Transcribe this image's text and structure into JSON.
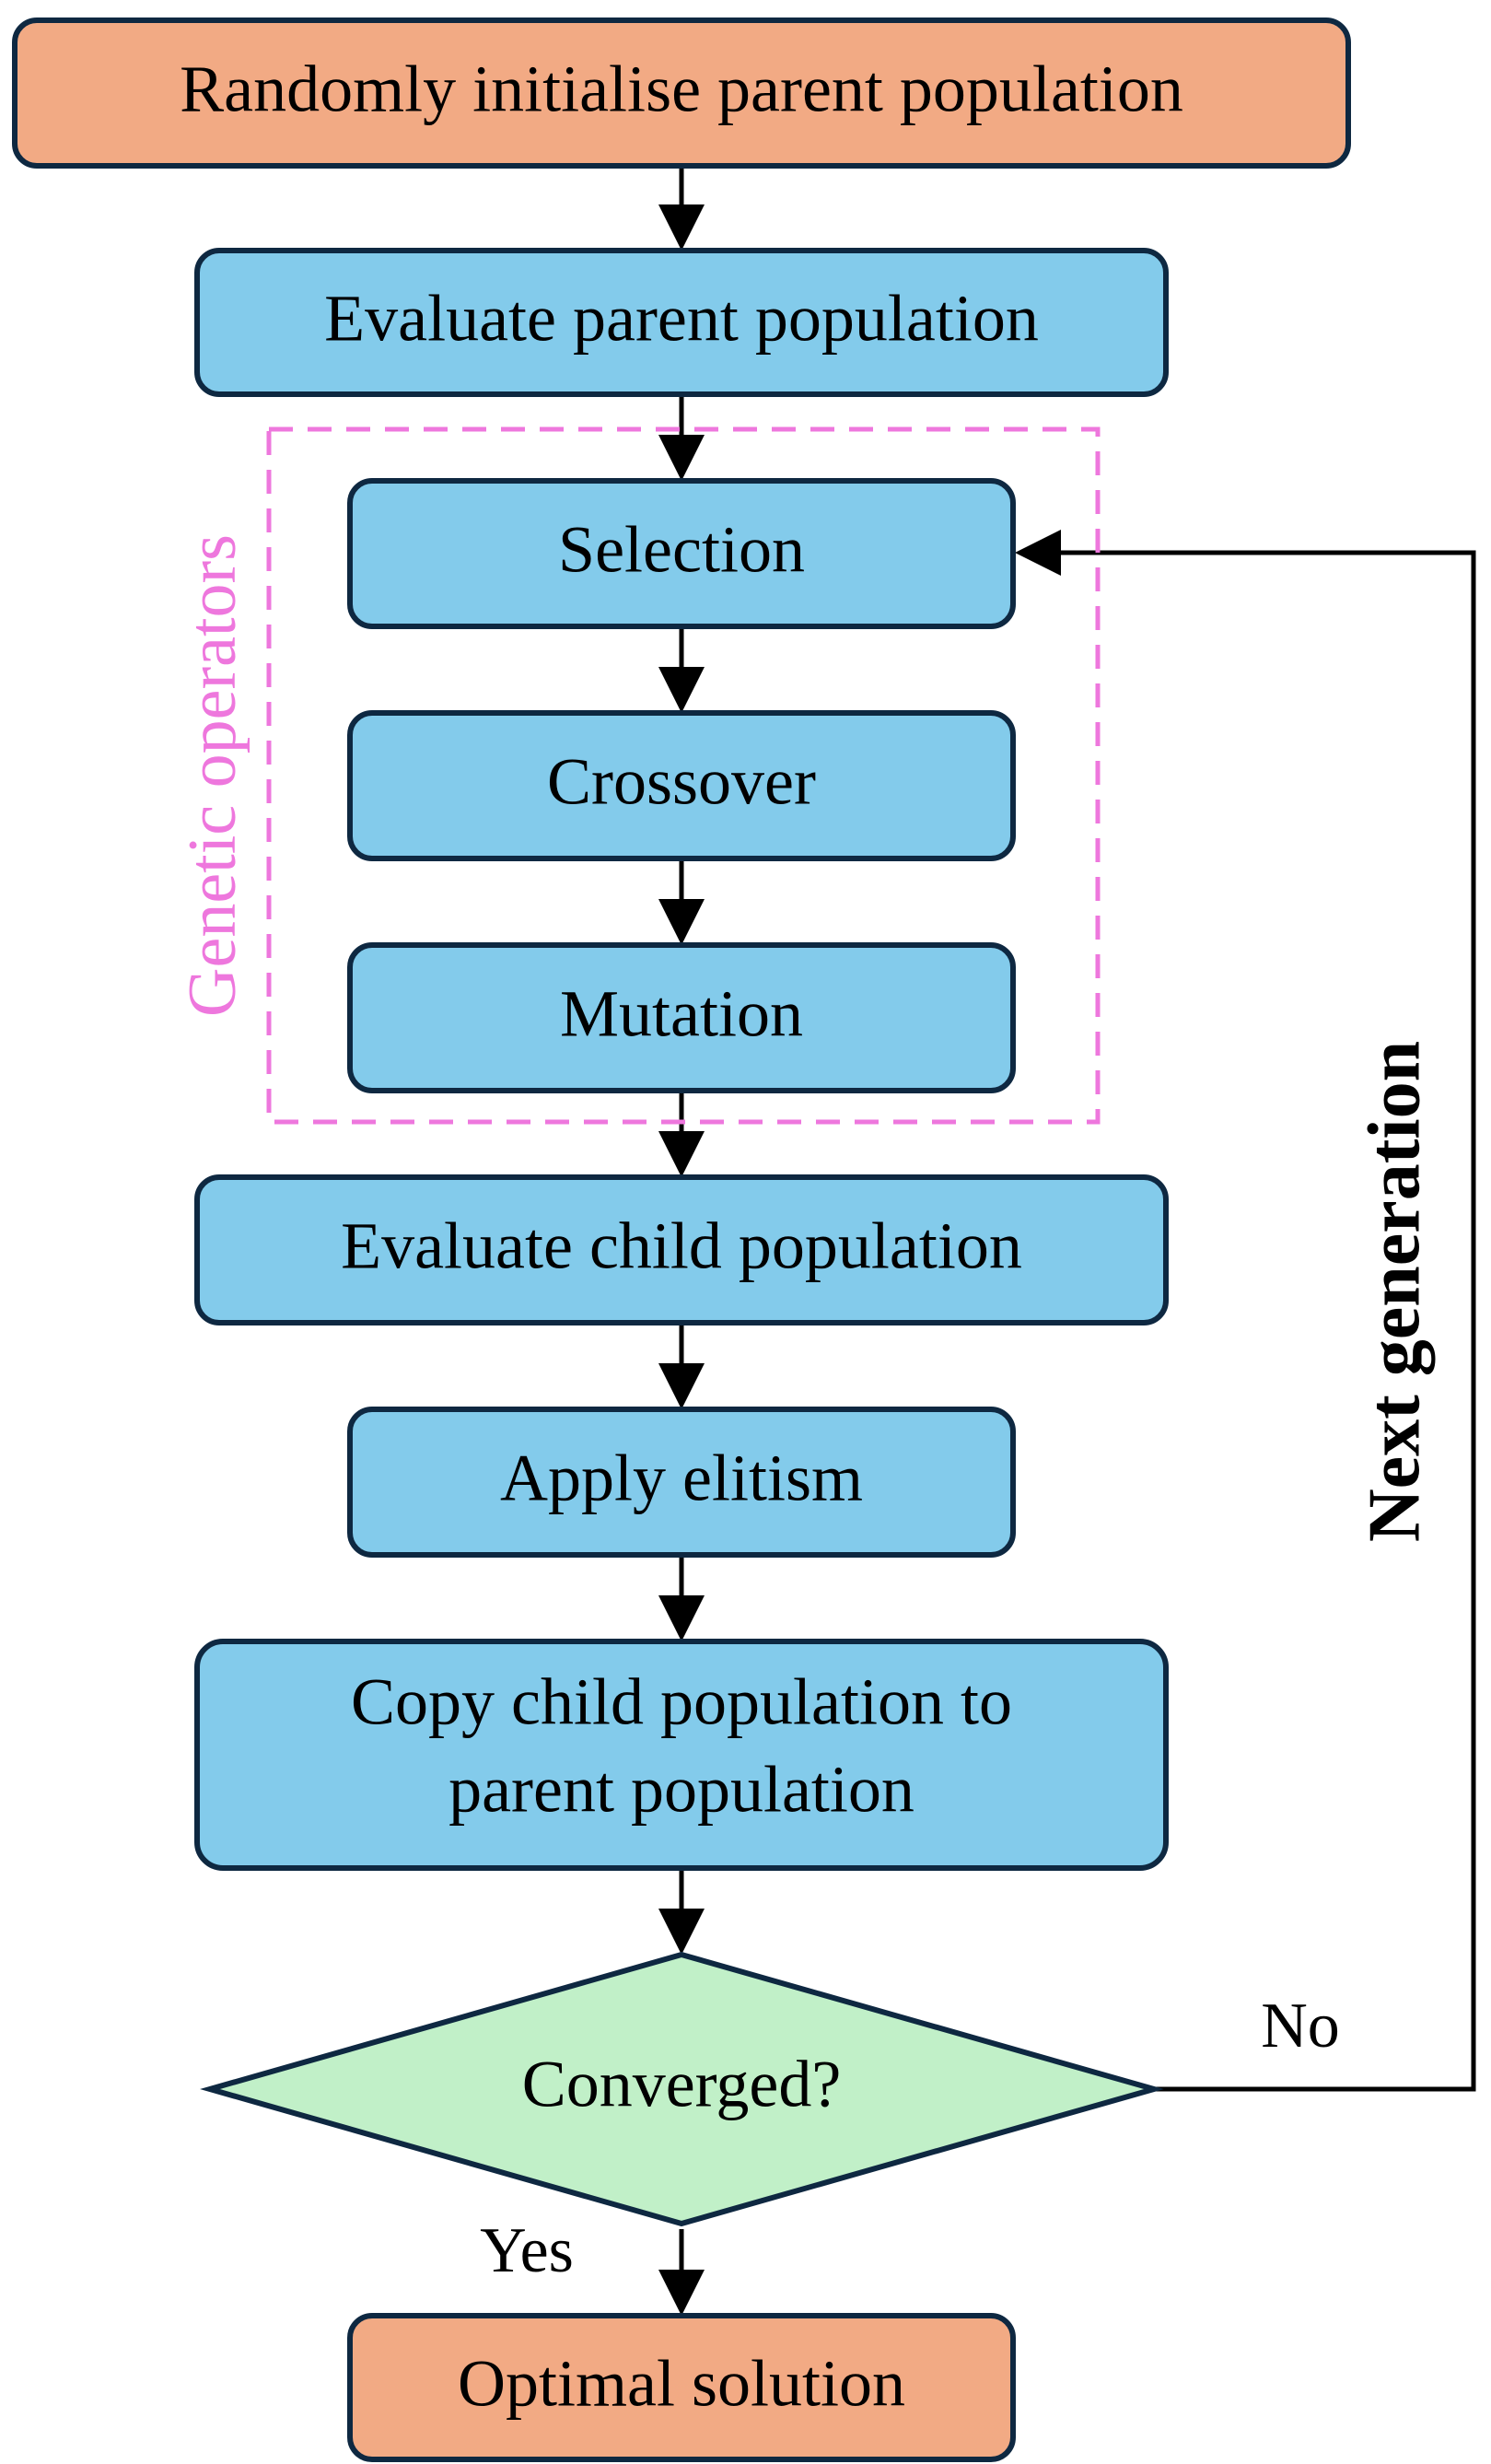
{
  "colors": {
    "terminal_fill": "#F2AA84",
    "process_fill": "#83CBEB",
    "decision_fill": "#C1F0C8",
    "outline": "#0E2841",
    "group_border": "#EE77DD",
    "group_label": "#EE77DD",
    "arrow": "#000000"
  },
  "nodes": {
    "init": "Randomly initialise parent population",
    "eval_parent": "Evaluate parent population",
    "selection": "Selection",
    "crossover": "Crossover",
    "mutation": "Mutation",
    "eval_child": "Evaluate child population",
    "elitism": "Apply elitism",
    "copy_line1": "Copy child population to",
    "copy_line2": "parent population",
    "converged": "Converged?",
    "optimal": "Optimal solution"
  },
  "group": {
    "label": "Genetic operators"
  },
  "edges": {
    "yes": "Yes",
    "no": "No",
    "loop": "Next generation"
  }
}
